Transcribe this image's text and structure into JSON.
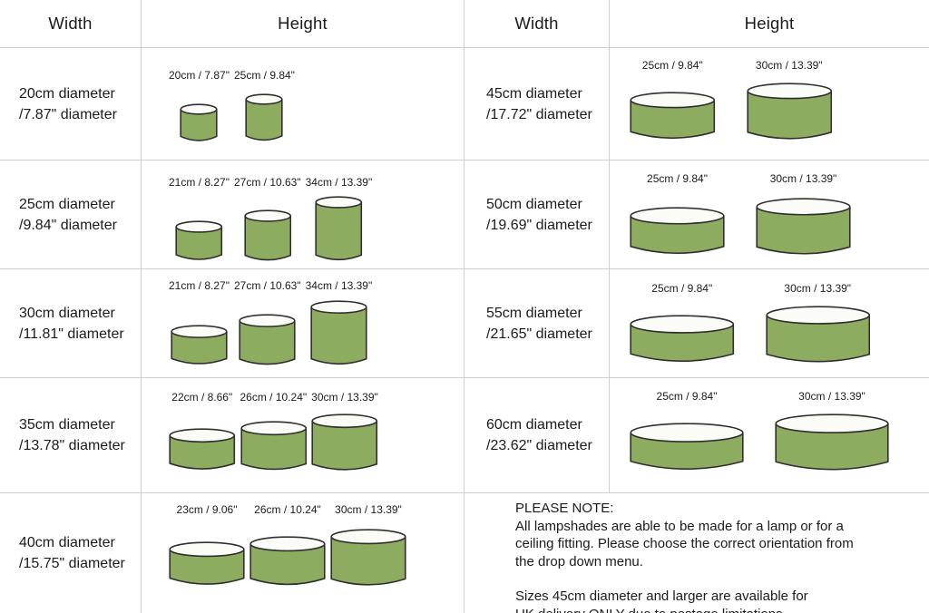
{
  "colors": {
    "shade_fill": "#8dac60",
    "shade_outline": "#2f2f2f",
    "rim_fill": "#fbfbf7",
    "grid_line": "#cfcfcf",
    "text": "#1b1b1b"
  },
  "tables": [
    {
      "width_header": "Width",
      "height_header": "Height",
      "rows": [
        {
          "width_line1": "20cm diameter",
          "width_line2": "/7.87\" diameter",
          "shades": [
            {
              "label": "20cm / 7.87\"",
              "diameter_cm": 20,
              "height_cm": 20
            },
            {
              "label": "25cm / 9.84\"",
              "diameter_cm": 20,
              "height_cm": 25
            }
          ]
        },
        {
          "width_line1": "25cm diameter",
          "width_line2": "/9.84\" diameter",
          "shades": [
            {
              "label": "21cm / 8.27\"",
              "diameter_cm": 25,
              "height_cm": 21
            },
            {
              "label": "27cm / 10.63\"",
              "diameter_cm": 25,
              "height_cm": 27
            },
            {
              "label": "34cm / 13.39\"",
              "diameter_cm": 25,
              "height_cm": 34
            }
          ]
        },
        {
          "width_line1": "30cm diameter",
          "width_line2": "/11.81\" diameter",
          "shades": [
            {
              "label": "21cm / 8.27\"",
              "diameter_cm": 30,
              "height_cm": 21
            },
            {
              "label": "27cm / 10.63\"",
              "diameter_cm": 30,
              "height_cm": 27
            },
            {
              "label": "34cm / 13.39\"",
              "diameter_cm": 30,
              "height_cm": 34
            }
          ]
        },
        {
          "width_line1": "35cm diameter",
          "width_line2": "/13.78\" diameter",
          "shades": [
            {
              "label": "22cm / 8.66\"",
              "diameter_cm": 35,
              "height_cm": 22
            },
            {
              "label": "26cm / 10.24\"",
              "diameter_cm": 35,
              "height_cm": 26
            },
            {
              "label": "30cm / 13.39\"",
              "diameter_cm": 35,
              "height_cm": 30
            }
          ]
        },
        {
          "width_line1": "40cm diameter",
          "width_line2": "/15.75\" diameter",
          "shades": [
            {
              "label": "23cm / 9.06\"",
              "diameter_cm": 40,
              "height_cm": 23
            },
            {
              "label": "26cm / 10.24\"",
              "diameter_cm": 40,
              "height_cm": 26
            },
            {
              "label": "30cm / 13.39\"",
              "diameter_cm": 40,
              "height_cm": 30
            }
          ]
        }
      ]
    },
    {
      "width_header": "Width",
      "height_header": "Height",
      "rows": [
        {
          "width_line1": "45cm diameter",
          "width_line2": "/17.72\" diameter",
          "shades": [
            {
              "label": "25cm / 9.84\"",
              "diameter_cm": 45,
              "height_cm": 25
            },
            {
              "label": "30cm / 13.39\"",
              "diameter_cm": 45,
              "height_cm": 30
            }
          ]
        },
        {
          "width_line1": "50cm diameter",
          "width_line2": "/19.69\" diameter",
          "shades": [
            {
              "label": "25cm / 9.84\"",
              "diameter_cm": 50,
              "height_cm": 25
            },
            {
              "label": "30cm / 13.39\"",
              "diameter_cm": 50,
              "height_cm": 30
            }
          ]
        },
        {
          "width_line1": "55cm diameter",
          "width_line2": "/21.65\" diameter",
          "shades": [
            {
              "label": "25cm / 9.84\"",
              "diameter_cm": 55,
              "height_cm": 25
            },
            {
              "label": "30cm / 13.39\"",
              "diameter_cm": 55,
              "height_cm": 30
            }
          ]
        },
        {
          "width_line1": "60cm diameter",
          "width_line2": "/23.62\" diameter",
          "shades": [
            {
              "label": "25cm / 9.84\"",
              "diameter_cm": 60,
              "height_cm": 25
            },
            {
              "label": "30cm / 13.39\"",
              "diameter_cm": 60,
              "height_cm": 30
            }
          ]
        }
      ]
    }
  ],
  "note": {
    "title": "PLEASE NOTE:",
    "para1_lines": [
      "All lampshades are able to be made for a lamp or for a",
      "ceiling fitting. Please choose the correct orientation from",
      "the drop down menu."
    ],
    "para2_lines": [
      "Sizes 45cm diameter and larger are available for",
      "UK delivery ONLY due to postage limitations"
    ]
  }
}
